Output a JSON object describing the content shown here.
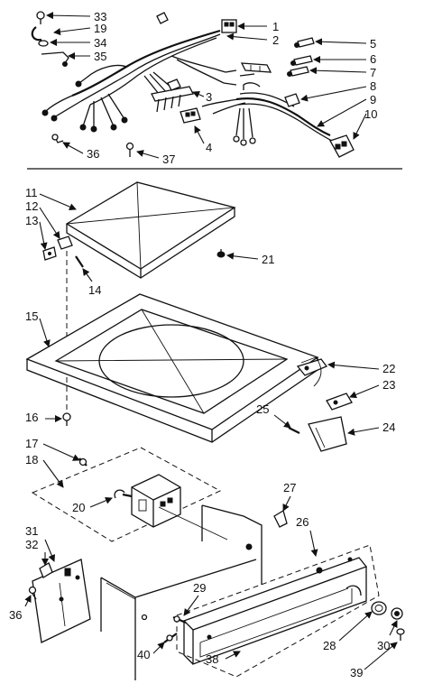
{
  "callouts": {
    "c1": "1",
    "c2": "2",
    "c3": "3",
    "c4": "4",
    "c5": "5",
    "c6": "6",
    "c7": "7",
    "c8": "8",
    "c9": "9",
    "c10": "10",
    "c11": "11",
    "c12": "12",
    "c13": "13",
    "c14": "14",
    "c15": "15",
    "c16": "16",
    "c17": "17",
    "c18": "18",
    "c19": "19",
    "c20": "20",
    "c21": "21",
    "c22": "22",
    "c23": "23",
    "c24": "24",
    "c25": "25",
    "c26": "26",
    "c27": "27",
    "c28": "28",
    "c29": "29",
    "c30": "30",
    "c31": "31",
    "c32": "32",
    "c33": "33",
    "c34": "34",
    "c35": "35",
    "c36a": "36",
    "c36b": "36",
    "c37": "37",
    "c38": "38",
    "c39": "39",
    "c40": "40"
  }
}
